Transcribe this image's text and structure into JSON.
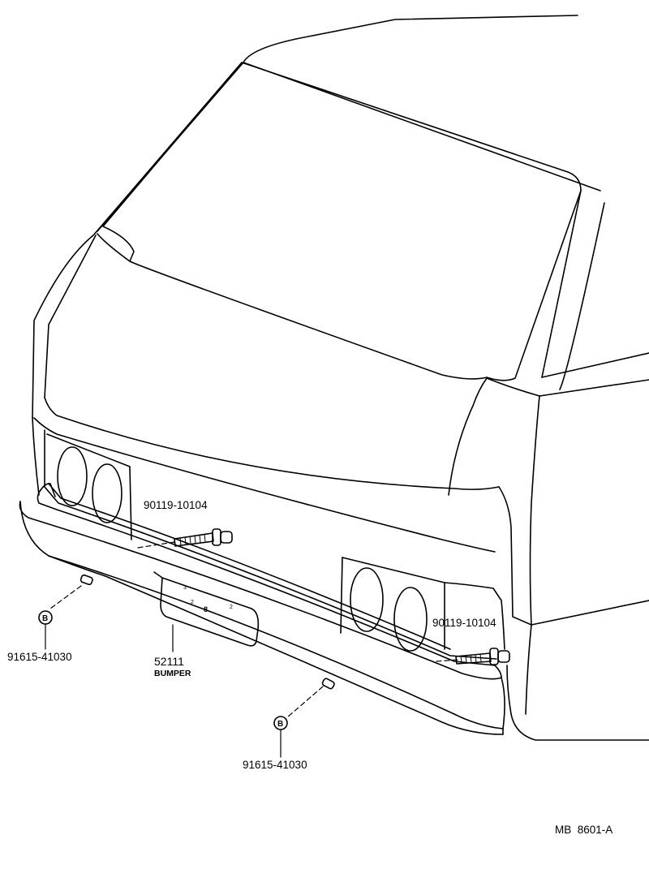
{
  "parts": {
    "bolt_left": {
      "part_no": "90119-10104"
    },
    "bolt_right": {
      "part_no": "90119-10104"
    },
    "bumper": {
      "part_no": "52111",
      "name": "BUMPER"
    },
    "clip_left": {
      "part_no": "91615-41030",
      "marker": "B"
    },
    "clip_bottom": {
      "part_no": "91615-41030",
      "marker": "B"
    }
  },
  "plate_marks": [
    "3",
    "2",
    "8",
    "2"
  ],
  "drawing_code": "MB  8601-A"
}
